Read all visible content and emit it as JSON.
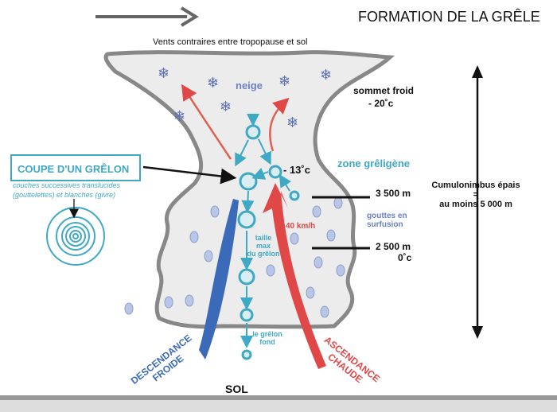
{
  "title": "FORMATION DE LA GRÊLE",
  "winds": "Vents contraires entre tropopause et sol",
  "neige": "neige",
  "sommet_line1": "sommet froid",
  "sommet_line2": "- 20˚c",
  "temp_13": "- 13˚c",
  "zone": "zone grêligène",
  "coupe": "COUPE D'UN GRÊLON",
  "couches_line1": "couches successives translucides",
  "couches_line2": "(gouttelettes) et blanches (givre)",
  "alt_3500": "3 500 m",
  "alt_2500": "2 500 m",
  "zero": "0˚c",
  "gouttes_line1": "gouttes en",
  "gouttes_line2": "surfusion",
  "speed": "40 km/h",
  "taille": [
    "taille",
    "max",
    "du grêlon"
  ],
  "fond": [
    "le grêlon",
    "fond"
  ],
  "cumulo": [
    "Cumulonimbus épais",
    "=",
    "au moins 5 000 m"
  ],
  "descendance": [
    "DESCENDANCE",
    "FROIDE"
  ],
  "ascendance": [
    "ASCENDANCE",
    "CHAUDE"
  ],
  "sol": "SOL",
  "colors": {
    "teal": "#3fa8c4",
    "red": "#e04848",
    "blue": "#3a6ab8",
    "cloud": "#ededed",
    "drop": "#b9c6e6"
  }
}
